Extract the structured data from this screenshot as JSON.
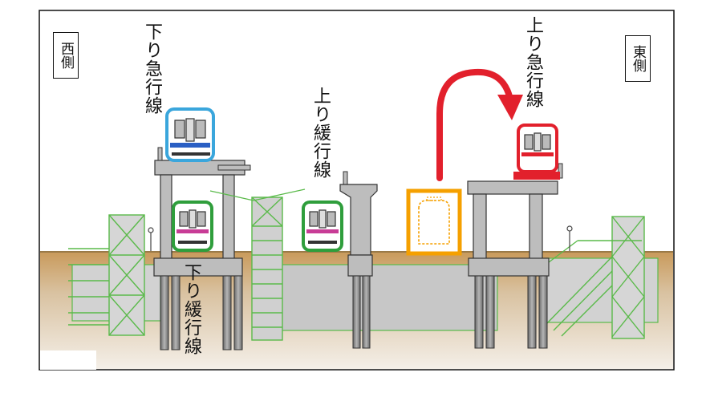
{
  "labels": {
    "west": "西側",
    "east": "東側",
    "down_express": "下り急行線",
    "up_local": "上り緩行線",
    "up_express": "上り急行線",
    "down_local": "下り緩行線"
  },
  "colors": {
    "blue_train": "#3aa6dc",
    "green_train": "#2f9e3c",
    "red_train": "#e2202c",
    "yellow_frame": "#f5a000",
    "arrow_red": "#e2202c",
    "scaffold_green": "#5aba4a",
    "concrete": "#bdbdbd",
    "ground": "#c99a5b",
    "train_stripe_magenta": "#c83c96",
    "train_stripe_blue": "#2a5fc4"
  }
}
